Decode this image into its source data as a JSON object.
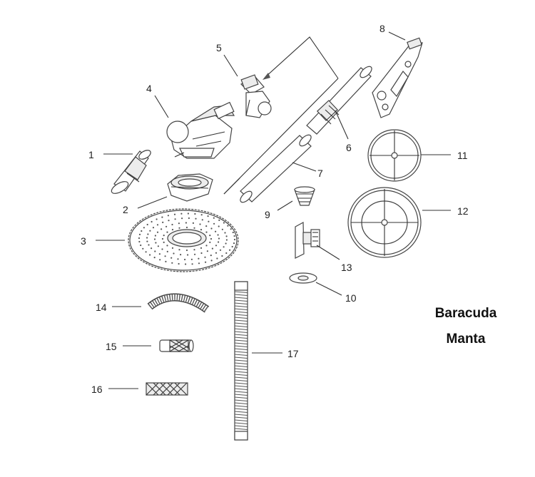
{
  "title_lines": [
    "Baracuda",
    "Manta"
  ],
  "callouts": [
    {
      "id": "1",
      "label": "1"
    },
    {
      "id": "2",
      "label": "2"
    },
    {
      "id": "3",
      "label": "3"
    },
    {
      "id": "4",
      "label": "4"
    },
    {
      "id": "5",
      "label": "5"
    },
    {
      "id": "6",
      "label": "6"
    },
    {
      "id": "7",
      "label": "7"
    },
    {
      "id": "8",
      "label": "8"
    },
    {
      "id": "9",
      "label": "9"
    },
    {
      "id": "10",
      "label": "10"
    },
    {
      "id": "11",
      "label": "11"
    },
    {
      "id": "12",
      "label": "12"
    },
    {
      "id": "13",
      "label": "13"
    },
    {
      "id": "14",
      "label": "14"
    },
    {
      "id": "15",
      "label": "15"
    },
    {
      "id": "16",
      "label": "16"
    },
    {
      "id": "17",
      "label": "17"
    }
  ]
}
